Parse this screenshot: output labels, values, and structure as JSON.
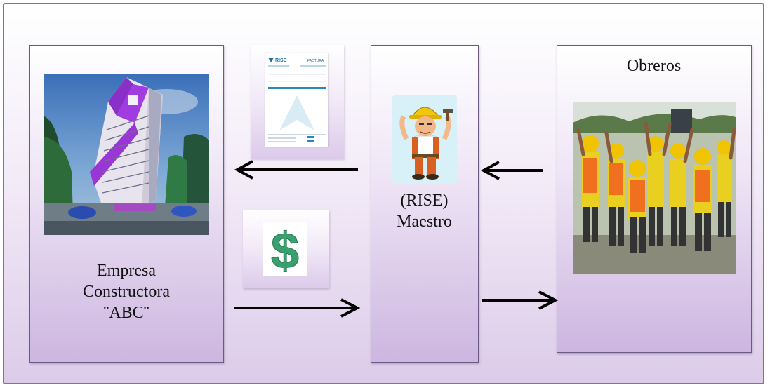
{
  "nodes": {
    "company": {
      "line1": "Empresa",
      "line2": "Constructora",
      "line3": "¨ABC¨"
    },
    "master": {
      "line1": "(RISE)",
      "line2": "Maestro"
    },
    "workers": {
      "label": "Obreros"
    }
  },
  "invoice": {
    "brand": "RISE",
    "heading": "FACTURA"
  },
  "payment": {
    "symbol": "$"
  },
  "colors": {
    "border": "#6c5a86",
    "fill_light": "#efe6f6",
    "fill_dark": "#cdb6e0",
    "money_green": "#3aa070",
    "arrow": "#000000"
  },
  "icons": [
    "building-image",
    "invoice-icon",
    "dollar-icon",
    "construction-worker-icon",
    "workers-photo",
    "arrow-left",
    "arrow-right"
  ]
}
